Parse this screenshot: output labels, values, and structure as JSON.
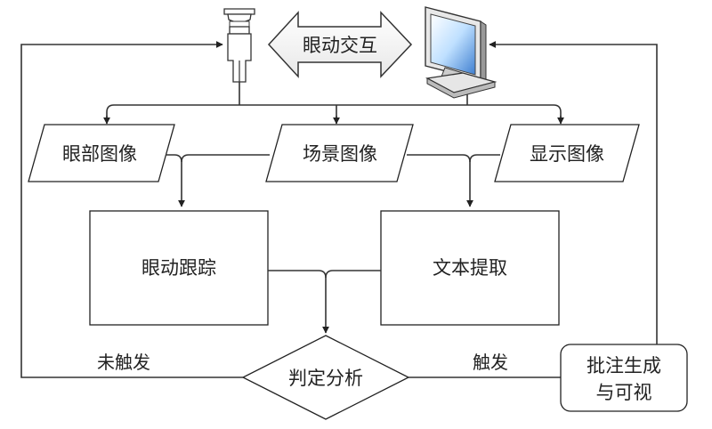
{
  "nodes": {
    "interaction": "眼动交互",
    "eye_image": "眼部图像",
    "scene_image": "场景图像",
    "display_image": "显示图像",
    "eye_tracking": "眼动跟踪",
    "text_extraction": "文本提取",
    "judgment": "判定分析",
    "annotation_line1": "批注生成",
    "annotation_line2": "与可视"
  },
  "edges": {
    "not_triggered": "未触发",
    "triggered": "触发"
  },
  "icons": [
    "person-icon",
    "monitor-icon",
    "double-arrow-icon"
  ],
  "colors": {
    "line": "#333333",
    "screen": "#5a8fd8",
    "screen_light": "#d8ecff"
  }
}
